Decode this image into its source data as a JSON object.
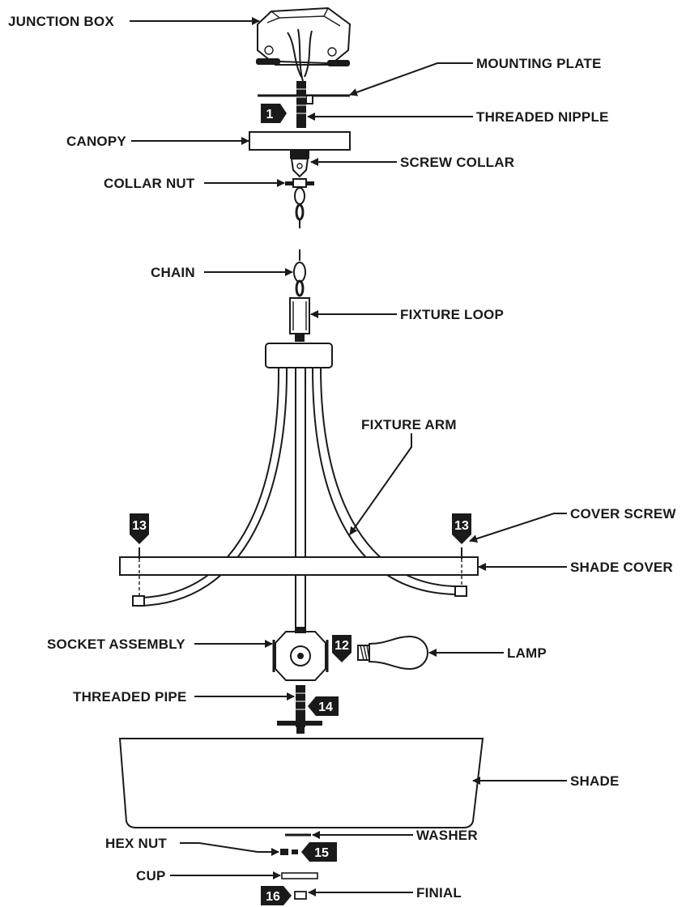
{
  "labels": {
    "junction_box": "JUNCTION BOX",
    "mounting_plate": "MOUNTING PLATE",
    "threaded_nipple": "THREADED NIPPLE",
    "canopy": "CANOPY",
    "screw_collar": "SCREW COLLAR",
    "collar_nut": "COLLAR NUT",
    "chain": "CHAIN",
    "fixture_loop": "FIXTURE LOOP",
    "fixture_arm": "FIXTURE ARM",
    "cover_screw": "COVER SCREW",
    "shade_cover": "SHADE COVER",
    "socket_assembly": "SOCKET ASSEMBLY",
    "lamp": "LAMP",
    "threaded_pipe": "THREADED PIPE",
    "shade": "SHADE",
    "washer": "WASHER",
    "hex_nut": "HEX NUT",
    "cup": "CUP",
    "finial": "FINIAL"
  },
  "steps": {
    "s1": "1",
    "s12": "12",
    "s13_left": "13",
    "s13_right": "13",
    "s14": "14",
    "s15": "15",
    "s16": "16"
  }
}
